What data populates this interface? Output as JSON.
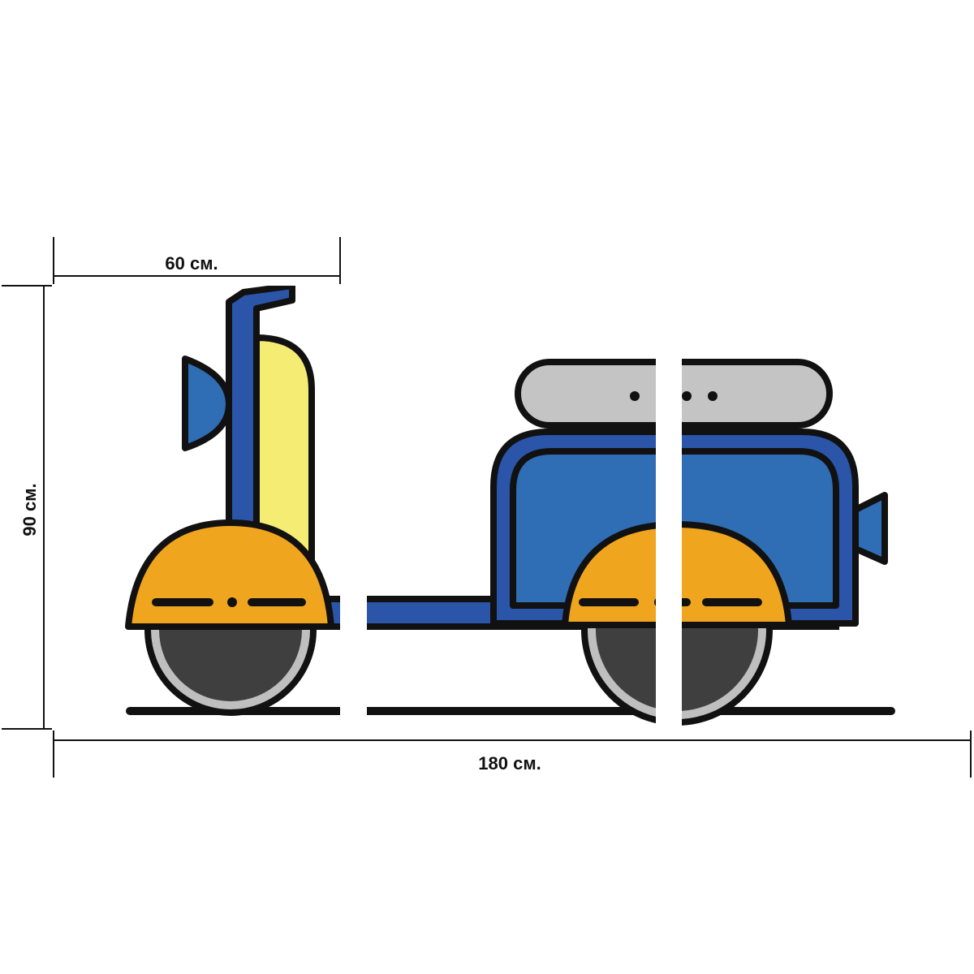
{
  "dimensions": {
    "panel_width_label": "60 см.",
    "total_width_label": "180 см.",
    "height_label": "90 см."
  },
  "artwork": {
    "panel_count": 3,
    "icon": "scooter-icon",
    "colors": {
      "outline": "#111111",
      "blue": "#2f6db5",
      "dark_blue": "#2a55a8",
      "yellow": "#f4ec73",
      "orange": "#f0a51f",
      "gray": "#c4c4c4",
      "tire": "#3f3f3f",
      "rim": "#bfbfbf",
      "panel_background": "#ffffff"
    }
  }
}
